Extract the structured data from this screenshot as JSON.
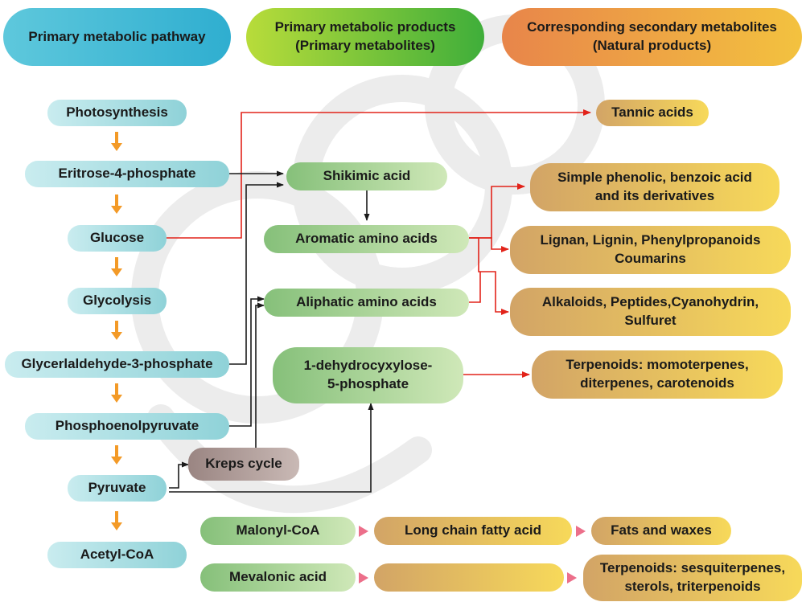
{
  "headers": {
    "pathway": "Primary metabolic pathway",
    "products": "Primary metabolic products\n(Primary metabolites)",
    "secondary": "Corresponding secondary metabolites\n(Natural products)"
  },
  "pathway_steps": [
    "Photosynthesis",
    "Eritrose-4-phosphate",
    "Glucose",
    "Glycolysis",
    "Glycerlaldehyde-3-phosphate",
    "Phosphoenolpyruvate",
    "Pyruvate",
    "Acetyl-CoA"
  ],
  "krebs": "Kreps cycle",
  "primary_products": [
    "Shikimic acid",
    "Aromatic amino acids",
    "Aliphatic amino acids",
    "1-dehydrocyxylose-\n5-phosphate"
  ],
  "secondary_products": [
    "Tannic acids",
    "Simple phenolic, benzoic acid\nand its derivatives",
    "Lignan, Lignin, Phenylpropanoids\nCoumarins",
    "Alkaloids, Peptides,Cyanohydrin,\nSulfuret",
    "Terpenoids: momoterpenes,\nditerpenes, carotenoids"
  ],
  "acetyl_chain": {
    "malonyl": "Malonyl-CoA",
    "fatty_acid": "Long chain fatty acid",
    "fats": "Fats and waxes",
    "mevalonic": "Mevalonic acid",
    "mevalonic_middle": "",
    "terpenoids": "Terpenoids: sesquiterpenes,\nsterols, triterpenoids"
  },
  "colors": {
    "flow_arrow": "#f39a27",
    "red_connector": "#e2231a",
    "black_connector": "#1a1a1a",
    "pink_arrow": "#ec6f8a",
    "watermark": "#e8e8e8"
  }
}
